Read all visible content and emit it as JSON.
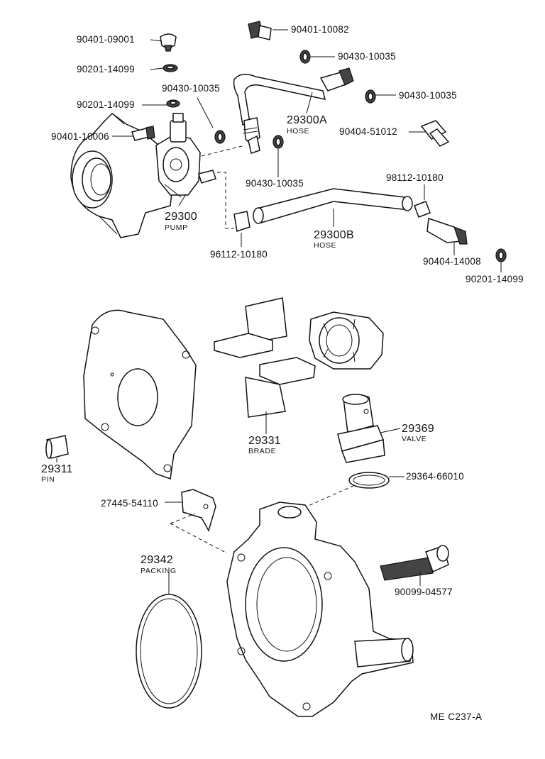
{
  "diagram": {
    "code": "ME C237-A",
    "parts": [
      {
        "key": "p1",
        "number": "90401-09001"
      },
      {
        "key": "p2",
        "number": "90201-14099"
      },
      {
        "key": "p3",
        "number": "90430-10035"
      },
      {
        "key": "p4",
        "number": "90201-14099"
      },
      {
        "key": "p5",
        "number": "90401-10006"
      },
      {
        "key": "p6",
        "number": "90401-10082"
      },
      {
        "key": "p7",
        "number": "90430-10035"
      },
      {
        "key": "p8",
        "number": "90430-10035"
      },
      {
        "key": "p9",
        "number": "90404-51012"
      },
      {
        "key": "p10",
        "number": "90430-10035"
      },
      {
        "key": "p11",
        "number": "98112-10180"
      },
      {
        "key": "p12",
        "number": "96112-10180"
      },
      {
        "key": "p13",
        "number": "90404-14008"
      },
      {
        "key": "p14",
        "number": "90201-14099"
      },
      {
        "key": "p15",
        "number": "27445-54110"
      },
      {
        "key": "p16",
        "number": "29364-66010"
      },
      {
        "key": "p17",
        "number": "90099-04577"
      }
    ],
    "named_parts": [
      {
        "key": "hoseA",
        "number": "29300A",
        "name": "HOSE"
      },
      {
        "key": "pump",
        "number": "29300",
        "name": "PUMP"
      },
      {
        "key": "hoseB",
        "number": "29300B",
        "name": "HOSE"
      },
      {
        "key": "blade",
        "number": "29331",
        "name": "BRADE"
      },
      {
        "key": "valve",
        "number": "29369",
        "name": "VALVE"
      },
      {
        "key": "pin",
        "number": "29311",
        "name": "PIN"
      },
      {
        "key": "packing",
        "number": "29342",
        "name": "PACKING"
      }
    ]
  }
}
